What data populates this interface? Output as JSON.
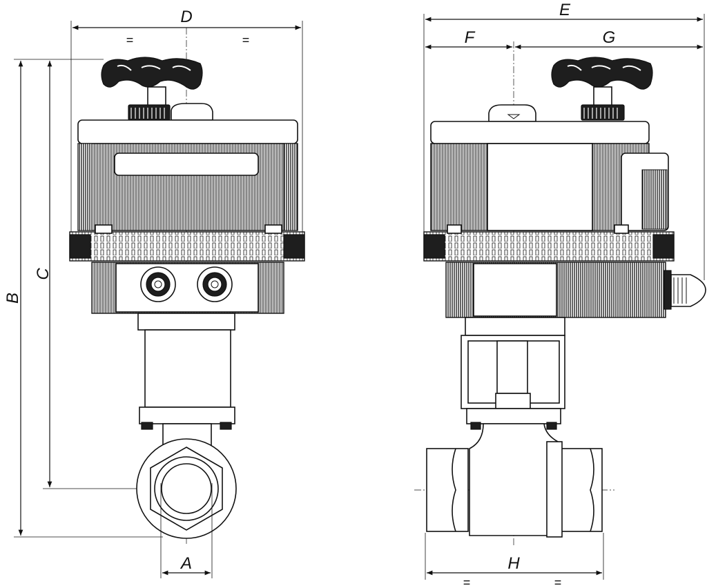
{
  "dimensions": {
    "A": "A",
    "B": "B",
    "C": "C",
    "D": "D",
    "E": "E",
    "F": "F",
    "G": "G",
    "H": "H"
  },
  "equal_marks": {
    "d_left": "=",
    "d_right": "=",
    "h_left": "=",
    "h_right": "="
  },
  "colors": {
    "line": "#111111",
    "fill_dark": "#1e1e1e",
    "background": "#ffffff"
  }
}
